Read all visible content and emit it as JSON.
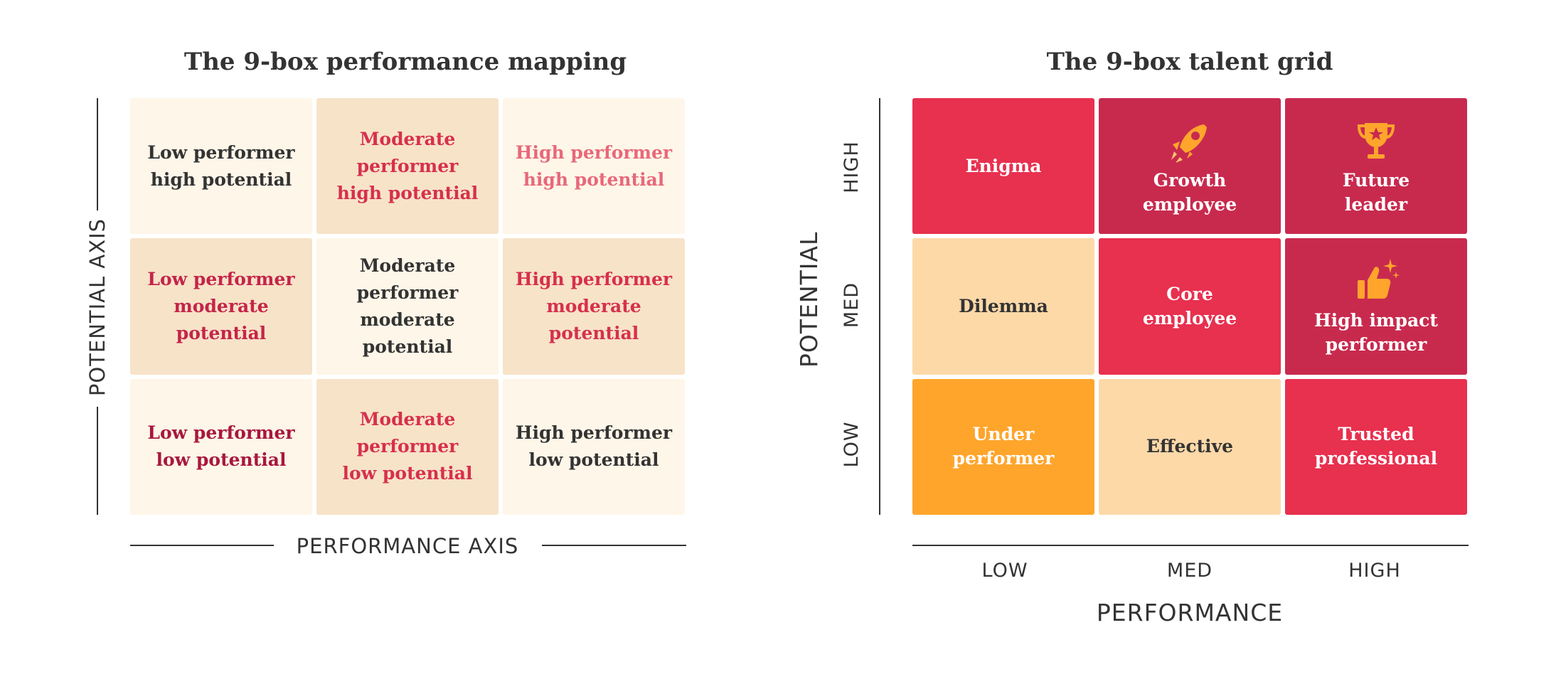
{
  "left": {
    "title": "The 9-box performance mapping",
    "y_axis_label": "POTENTIAL AXIS",
    "x_axis_label": "PERFORMANCE AXIS",
    "cells": [
      {
        "line1": "Low performer",
        "line2": "high potential",
        "line3": "",
        "line4": "",
        "bg": "#fef6e8",
        "color": "#333333"
      },
      {
        "line1": "Moderate",
        "line2": "performer",
        "line3": "high potential",
        "line4": "",
        "bg": "#f7e3c8",
        "color": "#d6304e"
      },
      {
        "line1": "High performer",
        "line2": "high potential",
        "line3": "",
        "line4": "",
        "bg": "#fef6e8",
        "color": "#e8687a"
      },
      {
        "line1": "Low performer",
        "line2": "moderate",
        "line3": "potential",
        "line4": "",
        "bg": "#f7e3c8",
        "color": "#c4244a"
      },
      {
        "line1": "Moderate",
        "line2": "performer",
        "line3": "moderate",
        "line4": "potential",
        "bg": "#fef6e8",
        "color": "#333333"
      },
      {
        "line1": "High performer",
        "line2": "moderate",
        "line3": "potential",
        "line4": "",
        "bg": "#f7e3c8",
        "color": "#d6304e"
      },
      {
        "line1": "Low performer",
        "line2": "low potential",
        "line3": "",
        "line4": "",
        "bg": "#fef6e8",
        "color": "#a8173e"
      },
      {
        "line1": "Moderate",
        "line2": "performer",
        "line3": "low potential",
        "line4": "",
        "bg": "#f7e3c8",
        "color": "#d6304e"
      },
      {
        "line1": "High performer",
        "line2": "low potential",
        "line3": "",
        "line4": "",
        "bg": "#fef6e8",
        "color": "#333333"
      }
    ]
  },
  "right": {
    "title": "The 9-box talent grid",
    "y_axis_label": "POTENTIAL",
    "x_axis_label": "PERFORMANCE",
    "y_ticks": [
      "HIGH",
      "MED",
      "LOW"
    ],
    "x_ticks": [
      "LOW",
      "MED",
      "HIGH"
    ],
    "cells": [
      {
        "line1": "Enigma",
        "line2": "",
        "icon": "",
        "bg": "#e8304f",
        "color": "#ffffff"
      },
      {
        "line1": "Growth",
        "line2": "employee",
        "icon": "rocket-icon",
        "bg": "#c82a4e",
        "color": "#ffffff"
      },
      {
        "line1": "Future",
        "line2": "leader",
        "icon": "trophy-icon",
        "bg": "#c82a4e",
        "color": "#ffffff"
      },
      {
        "line1": "Dilemma",
        "line2": "",
        "icon": "",
        "bg": "#fdd9a8",
        "color": "#333333"
      },
      {
        "line1": "Core",
        "line2": "employee",
        "icon": "",
        "bg": "#e8304f",
        "color": "#ffffff"
      },
      {
        "line1": "High impact",
        "line2": "performer",
        "icon": "thumbs-up-icon",
        "bg": "#c82a4e",
        "color": "#ffffff"
      },
      {
        "line1": "Under",
        "line2": "performer",
        "icon": "",
        "bg": "#ffa52c",
        "color": "#ffffff"
      },
      {
        "line1": "Effective",
        "line2": "",
        "icon": "",
        "bg": "#fdd9a8",
        "color": "#333333"
      },
      {
        "line1": "Trusted",
        "line2": "professional",
        "icon": "",
        "bg": "#e8304f",
        "color": "#ffffff"
      }
    ]
  },
  "colors": {
    "text_dark": "#333333",
    "icon_orange": "#ffa52c"
  }
}
